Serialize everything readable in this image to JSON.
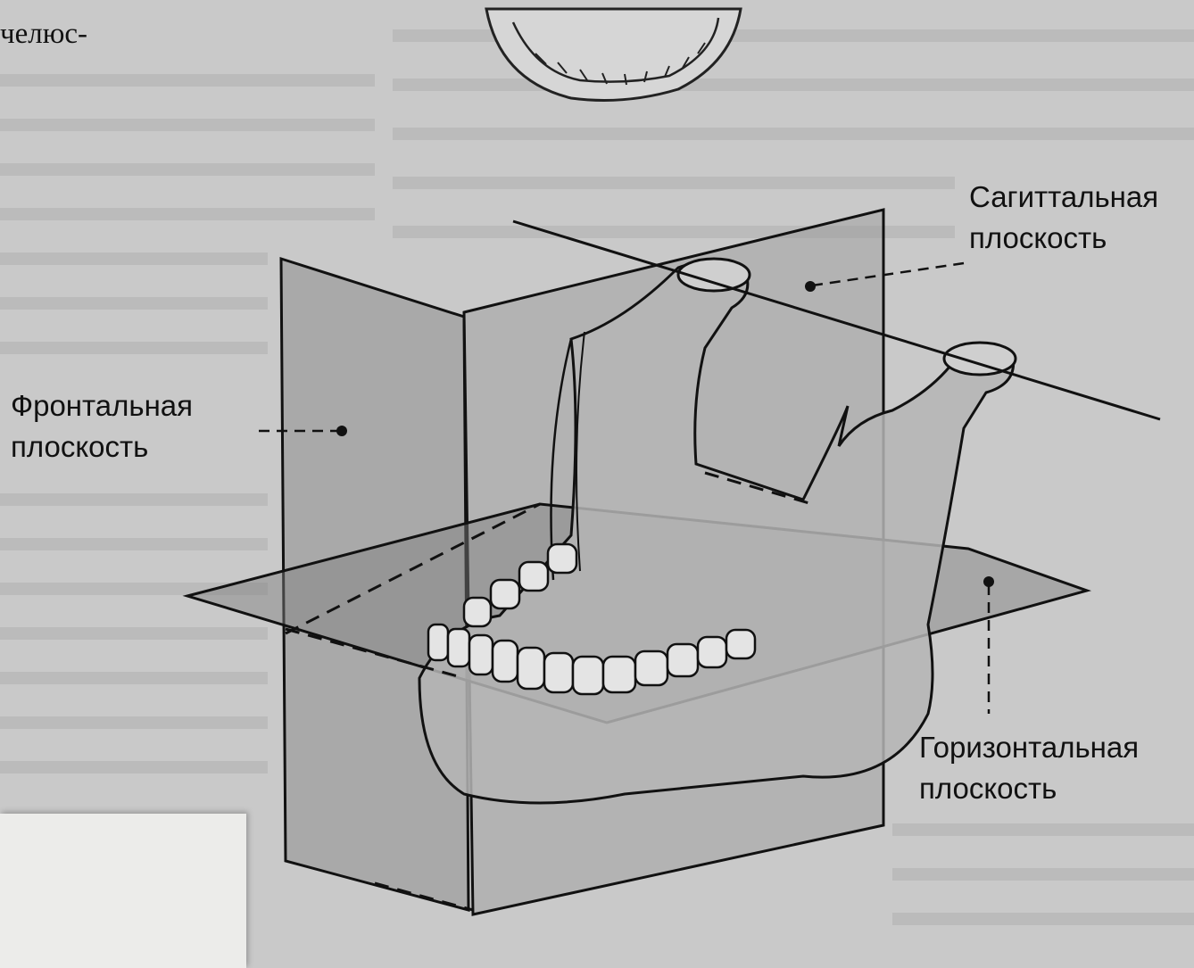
{
  "page_text": {
    "top_fragment": "челюс-"
  },
  "labels": {
    "sagittal": {
      "line1": "Сагиттальная",
      "line2": "плоскость"
    },
    "frontal": {
      "line1": "Фронтальная",
      "line2": "плоскость"
    },
    "horizontal": {
      "line1": "Горизонтальная",
      "line2": "плоскость"
    }
  },
  "colors": {
    "paper": "#c9c9c9",
    "plane": "#8e8e8e",
    "bone": "#b5b5b5",
    "ink": "#111111",
    "note": "#ececea"
  }
}
